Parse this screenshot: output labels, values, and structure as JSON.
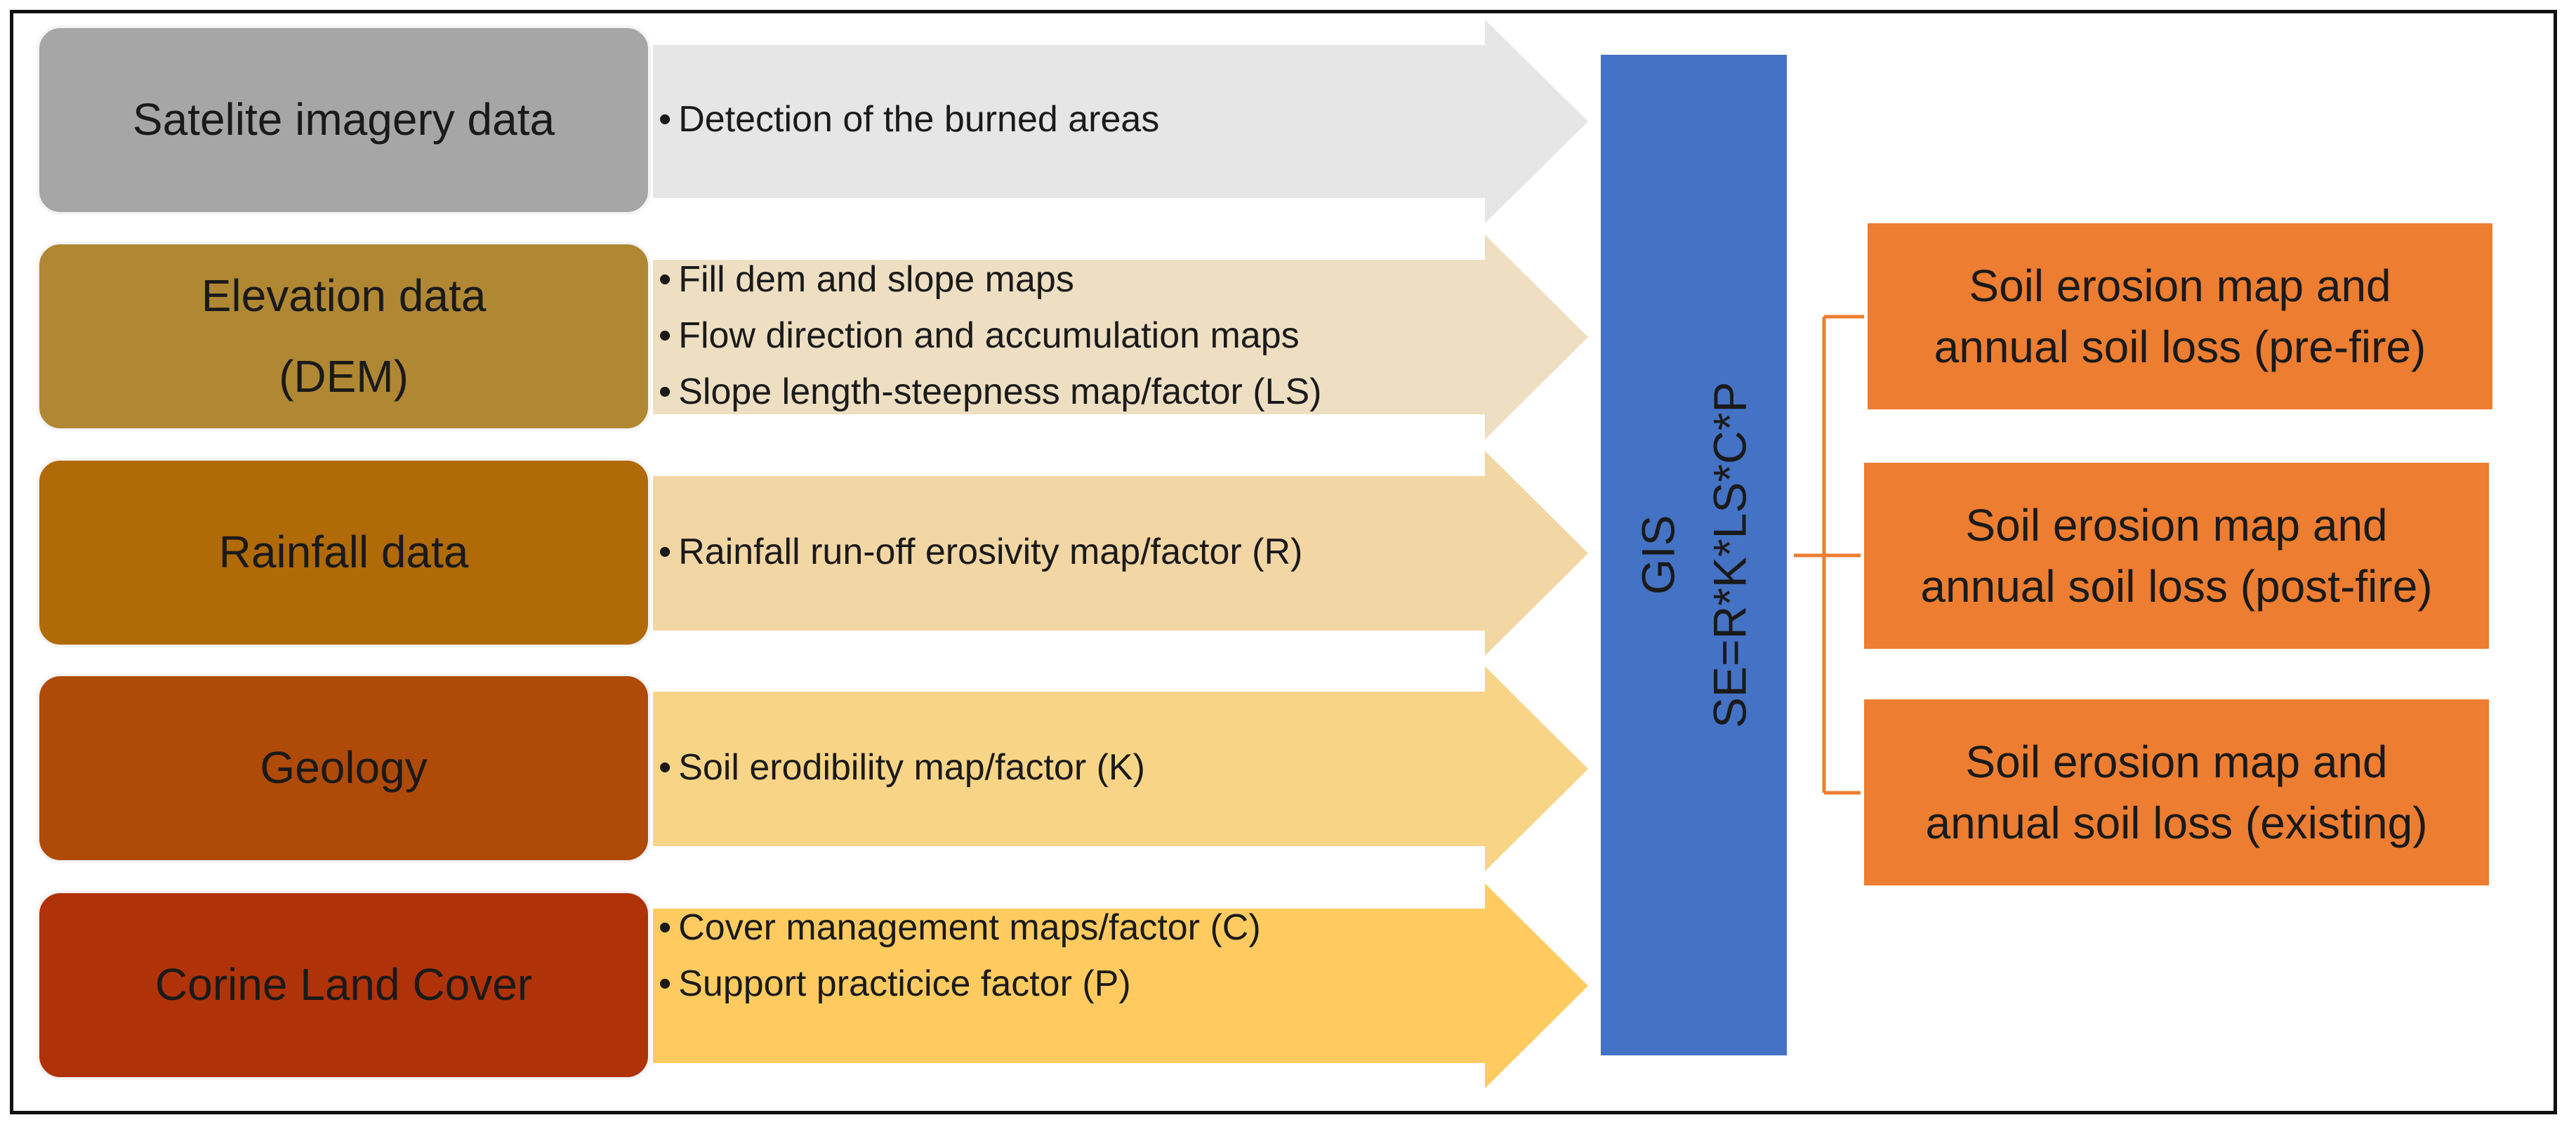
{
  "sources": [
    {
      "id": "satellite",
      "label_lines": [
        "Satelite imagery data"
      ],
      "box_color": "#a6a6a6",
      "arrow_color": "#e6e6e6",
      "bullets": [
        "Detection of the burned areas"
      ]
    },
    {
      "id": "elevation",
      "label_lines": [
        "Elevation data",
        "(DEM)"
      ],
      "box_color": "#b08733",
      "arrow_color": "#eedfc3",
      "bullets": [
        "Fill dem and slope maps",
        "Flow direction and accumulation maps",
        "Slope length-steepness map/factor (LS)"
      ]
    },
    {
      "id": "rainfall",
      "label_lines": [
        "Rainfall data"
      ],
      "box_color": "#b06a08",
      "arrow_color": "#f2d6a4",
      "bullets": [
        "Rainfall run-off erosivity map/factor (R)"
      ]
    },
    {
      "id": "geology",
      "label_lines": [
        "Geology"
      ],
      "box_color": "#b04a08",
      "arrow_color": "#f8d487",
      "bullets": [
        "Soil erodibility map/factor (K)"
      ]
    },
    {
      "id": "corine",
      "label_lines": [
        "Corine Land Cover"
      ],
      "box_color": "#b03208",
      "arrow_color": "#ffcb60",
      "bullets": [
        "Cover management maps/factor (C)",
        "Support practicice factor (P)"
      ]
    }
  ],
  "gis": {
    "title": "GIS",
    "formula": "SE=R*K*LS*C*P",
    "color": "#4472c4"
  },
  "connector_color": "#ed7d31",
  "outputs": [
    {
      "line1": "Soil erosion map and",
      "line2": "annual soil loss (pre-fire)"
    },
    {
      "line1": "Soil erosion map and",
      "line2": "annual soil loss (post-fire)"
    },
    {
      "line1": "Soil erosion map and",
      "line2": "annual soil loss (existing)"
    }
  ],
  "output_color": "#ed7d31"
}
